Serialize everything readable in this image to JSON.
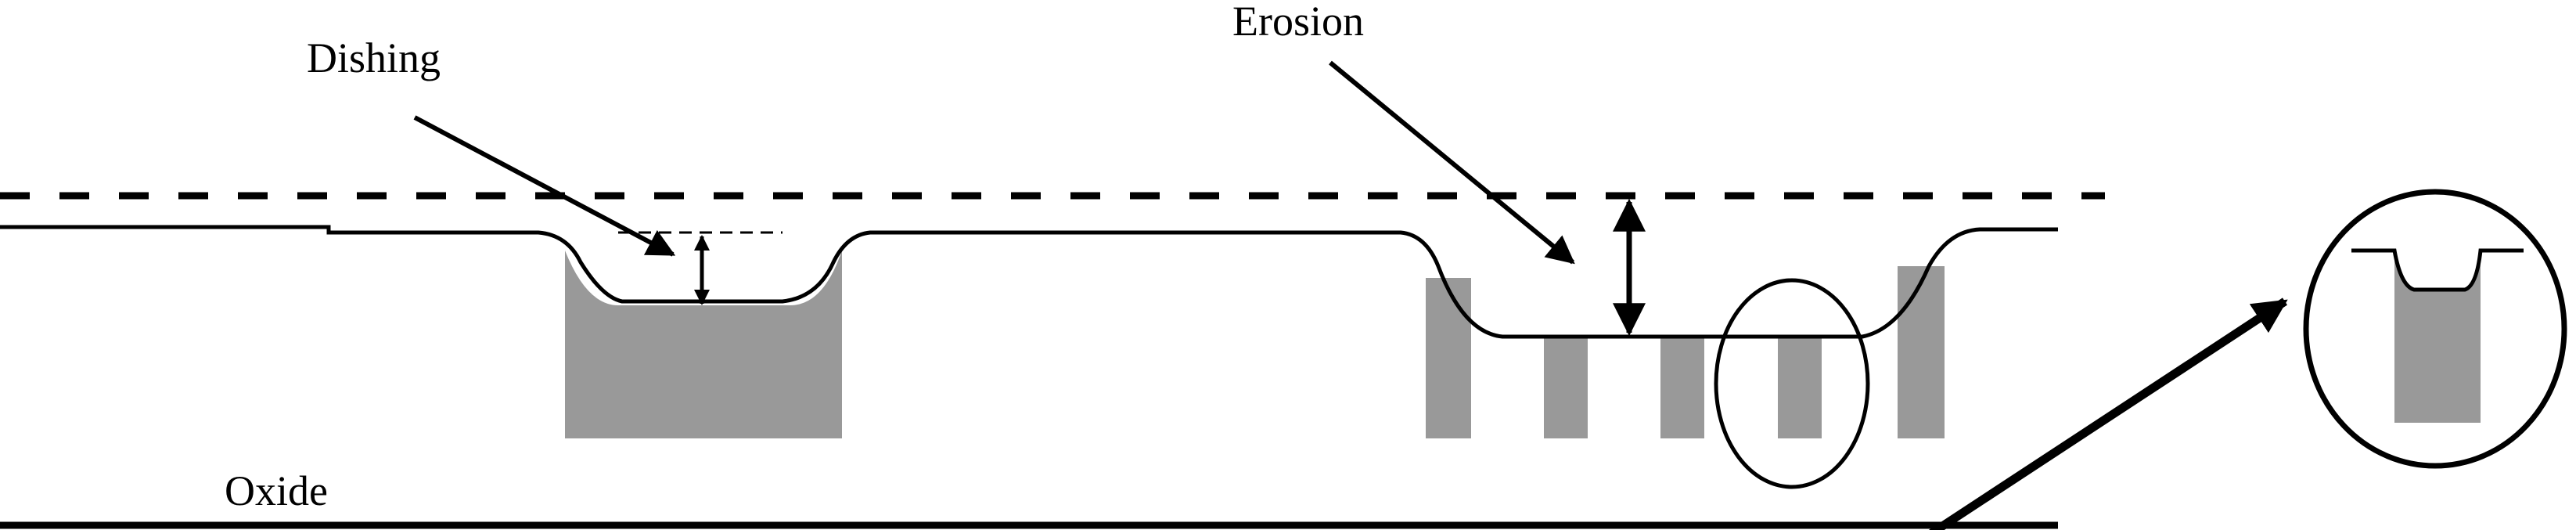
{
  "labels": {
    "dishing": "Dishing",
    "erosion": "Erosion",
    "oxide": "Oxide"
  },
  "colors": {
    "metal_fill": "#999999",
    "line": "#000000",
    "background": "#ffffff"
  }
}
